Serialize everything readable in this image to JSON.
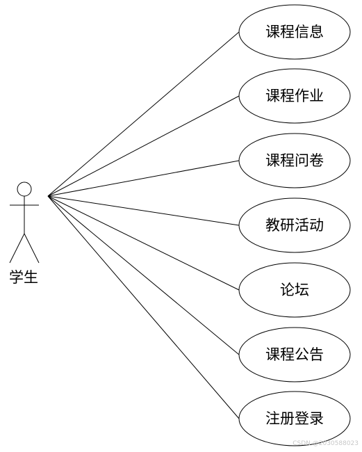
{
  "actor": {
    "label": "学生"
  },
  "use_cases": [
    {
      "label": "课程信息"
    },
    {
      "label": "课程作业"
    },
    {
      "label": "课程问卷"
    },
    {
      "label": "教研活动"
    },
    {
      "label": "论坛"
    },
    {
      "label": "课程公告"
    },
    {
      "label": "注册登录"
    }
  ],
  "watermark": {
    "text": "CSDN @2030588023"
  },
  "colors": {
    "line": "#000000",
    "background": "#ffffff"
  }
}
